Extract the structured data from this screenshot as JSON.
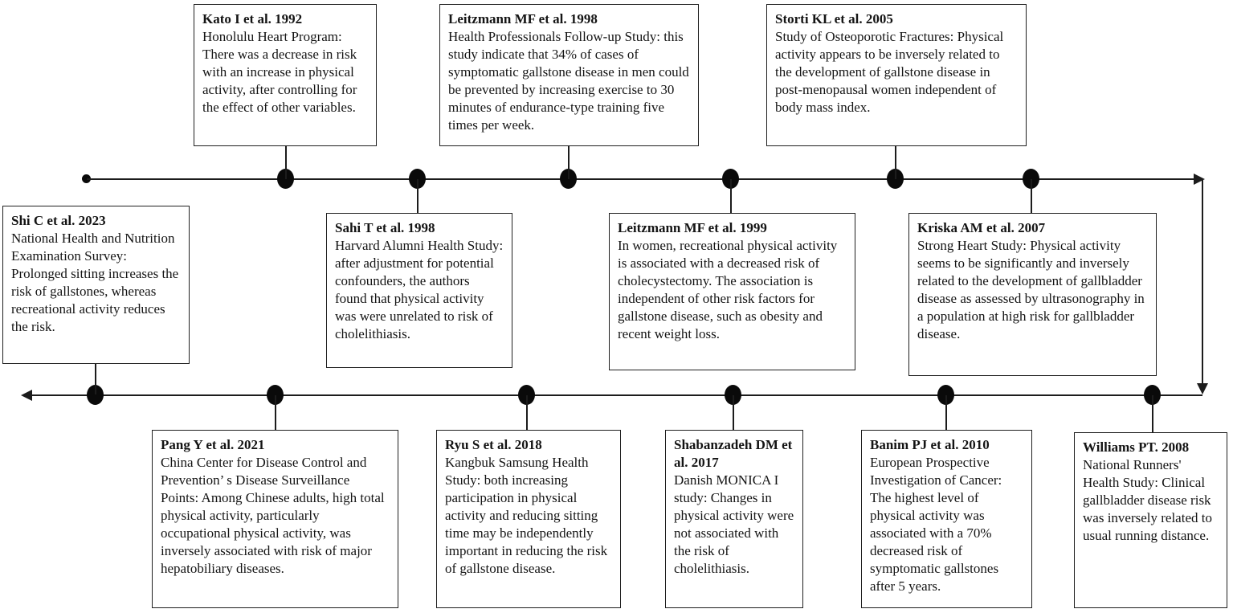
{
  "figure": {
    "description_colors": {
      "ink": "#1c1c1c",
      "background": "#ffffff"
    }
  },
  "boxes": [
    {
      "id": "kato-1992",
      "title": "Kato I et al. 1992",
      "body": "Honolulu Heart Program: There was a decrease in risk with an increase in physical activity, after controlling for the effect of other variables."
    },
    {
      "id": "leitzmann-1998",
      "title": "Leitzmann MF et al. 1998",
      "body": "Health Professionals Follow-up Study: this study indicate that 34% of cases of symptomatic gallstone disease in men could be prevented by increasing exercise to 30 minutes of endurance-type training five times per week."
    },
    {
      "id": "storti-2005",
      "title": "Storti KL et al. 2005",
      "body": "Study of Osteoporotic Fractures: Physical activity appears to be inversely related to the development of gallstone disease in post-menopausal women independent of body mass index."
    },
    {
      "id": "shi-2023",
      "title": "Shi C et al. 2023",
      "body": "National Health and Nutrition Examination Survey: Prolonged sitting increases the risk of gallstones, whereas recreational activity reduces the risk."
    },
    {
      "id": "sahi-1998",
      "title": "Sahi T et al. 1998",
      "body": "Harvard Alumni Health Study: after adjustment for potential confounders, the authors found that physical activity was were unrelated to risk of cholelithiasis."
    },
    {
      "id": "leitzmann-1999",
      "title": "Leitzmann MF et al. 1999",
      "body": "In women, recreational physical activity is associated with a decreased risk of cholecystectomy. The association is independent of other risk factors for gallstone disease, such as obesity and recent weight loss."
    },
    {
      "id": "kriska-2007",
      "title": "Kriska AM et al. 2007",
      "body": "Strong Heart Study: Physical activity seems to be significantly and inversely related to the development of gallbladder disease as assessed by ultrasonography in a population at high risk for gallbladder disease."
    },
    {
      "id": "pang-2021",
      "title": "Pang Y et al. 2021",
      "body": "China Center for Disease Control and Prevention’ s Disease Surveillance Points: Among Chinese adults, high total physical activity, particularly occupational physical activity, was inversely associated with risk of major hepatobiliary diseases."
    },
    {
      "id": "ryu-2018",
      "title": "Ryu S et al. 2018",
      "body": "Kangbuk Samsung Health Study: both increasing participation in physical activity and reducing sitting time may be independently important in reducing the risk of gallstone disease."
    },
    {
      "id": "shabanzadeh-2017",
      "title": "Shabanzadeh DM et al. 2017",
      "body": "Danish MONICA I study: Changes in physical activity were not associated with the risk of cholelithiasis."
    },
    {
      "id": "banim-2010",
      "title": "Banim PJ et al. 2010",
      "body": "European Prospective Investigation of Cancer: The highest level of physical activity was associated with a 70% decreased risk of symptomatic gallstones after 5 years."
    },
    {
      "id": "williams-2008",
      "title": "Williams PT. 2008",
      "body": "National Runners' Health Study: Clinical gallbladder disease risk was inversely related to usual running distance."
    }
  ]
}
